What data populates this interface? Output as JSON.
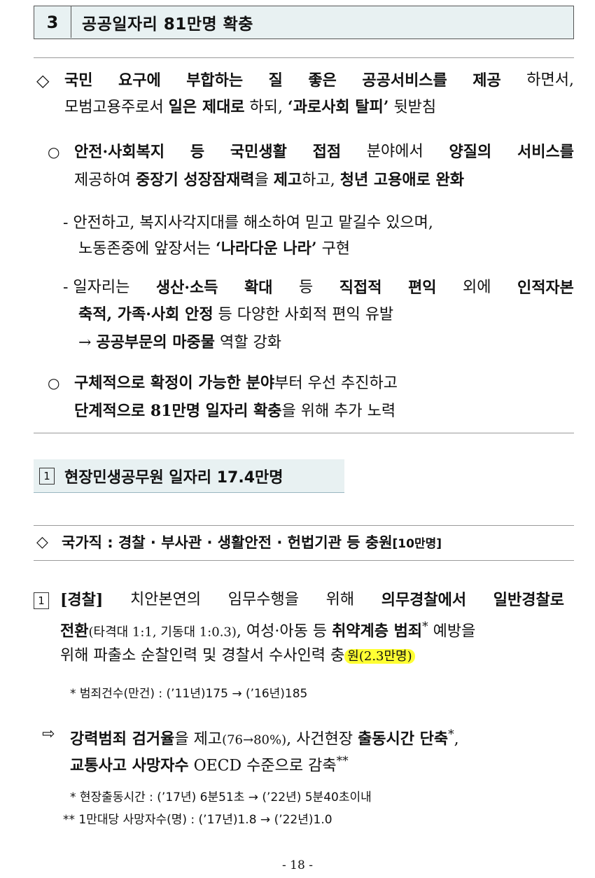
{
  "section": {
    "number": "3",
    "title": "공공일자리 81만명 확충"
  },
  "summary": {
    "bullet": "◇",
    "line1": [
      {
        "t": "국민",
        "b": true
      },
      {
        "t": "요구에",
        "b": true
      },
      {
        "t": "부합하는",
        "b": true
      },
      {
        "t": "질",
        "b": true
      },
      {
        "t": "좋은",
        "b": true
      },
      {
        "t": "공공서비스를",
        "b": true
      },
      {
        "t": "제공",
        "b": true
      },
      {
        "t": "하면서,",
        "b": false
      }
    ],
    "line2_a": "모범고용주로서 ",
    "line2_b": "일은 제대로",
    "line2_c": " 하되, ",
    "line2_d": "‘과로사회 탈피’",
    "line2_e": " 뒷받침"
  },
  "point1": {
    "bullet": "○",
    "line1": [
      {
        "t": "안전·사회복지",
        "b": true
      },
      {
        "t": "등",
        "b": true
      },
      {
        "t": "국민생활",
        "b": true
      },
      {
        "t": "접점",
        "b": true
      },
      {
        "t": "분야에서",
        "b": false
      },
      {
        "t": "양질의",
        "b": true
      },
      {
        "t": "서비스를",
        "b": true
      }
    ],
    "line2_a": "제공하여 ",
    "line2_b": "중장기 성장잠재력",
    "line2_c": "을 ",
    "line2_d": "제고",
    "line2_e": "하고, ",
    "line2_f": "청년 고용애로 완화"
  },
  "dash1": {
    "line1": "- 안전하고, 복지사각지대를 해소하여 믿고 맡길수 있으며,",
    "line2_a": "노동존중에 앞장서는 ",
    "line2_b": "‘나라다운 나라’",
    "line2_c": " 구현"
  },
  "dash2": {
    "line1": [
      {
        "t": "- 일자리는",
        "b": false
      },
      {
        "t": "생산·소득",
        "b": true
      },
      {
        "t": "확대",
        "b": true
      },
      {
        "t": "등",
        "b": false
      },
      {
        "t": "직접적",
        "b": true
      },
      {
        "t": "편익",
        "b": true
      },
      {
        "t": "외에",
        "b": false
      },
      {
        "t": "인적자본",
        "b": true
      }
    ],
    "line2_a": "축적, 가족·사회 안정",
    "line2_b": " 등 다양한 사회적 편익 유발",
    "line3_a": "→ ",
    "line3_b": "공공부문의 마중물",
    "line3_c": " 역할 강화"
  },
  "point2": {
    "bullet": "○",
    "line1_a": "구체적으로 확정이 가능한 분야",
    "line1_b": "부터 우선 추진하고",
    "line2_a": "단계적으로 81만명 일자리 확충",
    "line2_b": "을 위해 추가 노력"
  },
  "subsection": {
    "number": "1",
    "title": "현장민생공무원 일자리 17.4만명"
  },
  "national": {
    "bullet": "◇",
    "text": "국가직 : 경찰 · 부사관 · 생활안전 · 헌법기관 등 충원",
    "suffix": "[10만명]"
  },
  "police": {
    "number": "1",
    "line1": [
      {
        "t": "[경찰]",
        "b": true
      },
      {
        "t": "치안본연의",
        "b": false
      },
      {
        "t": "임무수행을",
        "b": false
      },
      {
        "t": "위해",
        "b": false
      },
      {
        "t": "의무경찰에서",
        "b": true
      },
      {
        "t": "일반경찰로",
        "b": true
      }
    ],
    "line2_a": "전환",
    "line2_b": "(타격대 1:1, 기동대 1:0.3)",
    "line2_c": ", 여성·아동 등 ",
    "line2_d": "취약계층 범죄",
    "line2_e": "*",
    "line2_f": " 예방을",
    "line3_a": "위해 파출소 순찰인력 및 경찰서 수사인력 충",
    "line3_b": "원(2.3만명)",
    "note": "* 범죄건수(만건) : (’11년)175 → (’16년)185"
  },
  "arrow": {
    "bullet": "⇨",
    "line1_a": "강력범죄 검거율",
    "line1_b": "을 제고",
    "line1_c": "(76→80%)",
    "line1_d": ", 사건현장 ",
    "line1_e": "출동시간 단축",
    "line1_f": "*",
    "line1_g": ",",
    "line2_a": "교통사고 사망자수",
    "line2_b": " OECD 수준으로 감축",
    "line2_c": "**",
    "note1": "* 현장출동시간 : (’17년) 6분51초 → (’22년) 5분40초이내",
    "note2": "** 1만대당 사망자수(명) : (’17년)1.8 → (’22년)1.0"
  },
  "page_number": "- 18 -"
}
